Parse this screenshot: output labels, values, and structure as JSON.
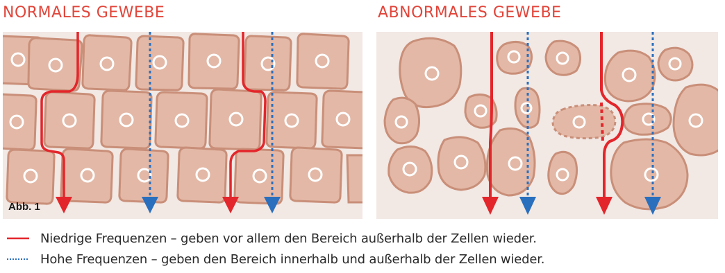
{
  "titles": {
    "left": "NORMALES GEWEBE",
    "right": "ABNORMALES GEWEBE"
  },
  "figure_label": "Abb. 1",
  "legend": {
    "red_line": "Niedrige Frequenzen – geben vor allem den Bereich außerhalb der Zellen wieder.",
    "blue_line": "Hohe Frequenzen – geben den Bereich innerhalb und außerhalb der Zellen wieder."
  },
  "colors": {
    "background_panel": "#f2e8e4",
    "cell_fill": "#e3b8a6",
    "cell_stroke": "#c98f79",
    "nucleus_stroke": "#ffffff",
    "title": "#e2453a",
    "low_frequency_line": "#e3262b",
    "high_frequency_line": "#2a6fbe"
  }
}
